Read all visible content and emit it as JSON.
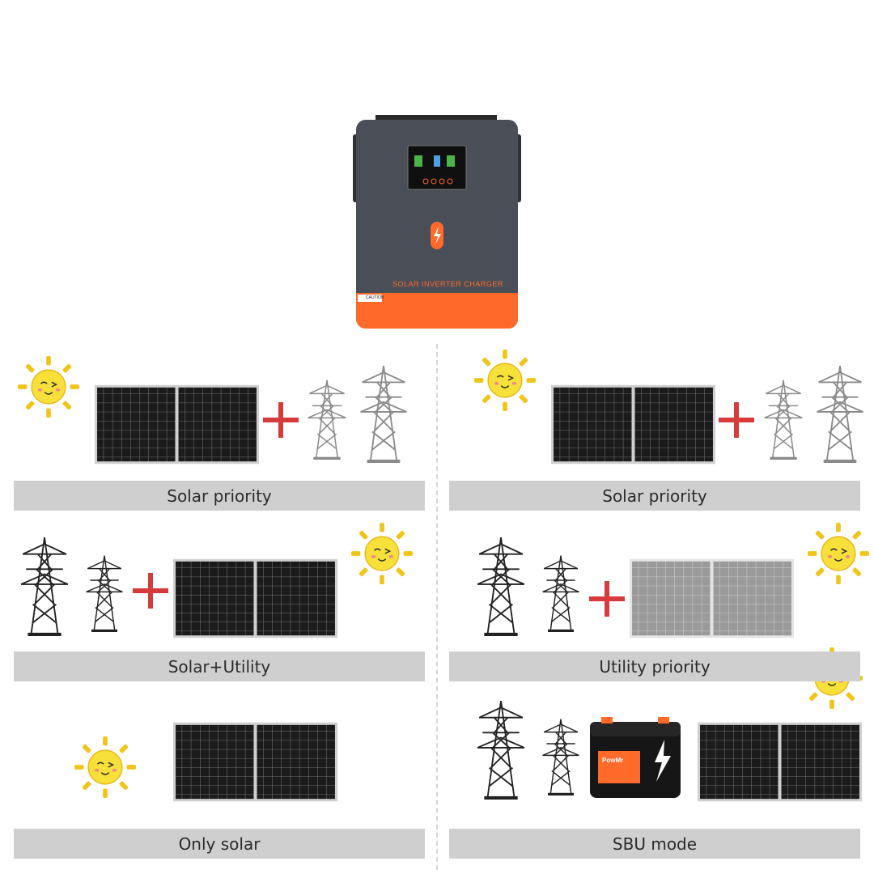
{
  "product": {
    "label": "SOLAR INVERTER CHARGER",
    "caution": "CAUTION",
    "battery_brand": "PowMr",
    "colors": {
      "body": "#4a4e57",
      "accent": "#ff6a2b"
    }
  },
  "modes": {
    "left": [
      "Solar priority",
      "Solar+Utility",
      "Only solar"
    ],
    "right": [
      "Solar priority",
      "Utility priority",
      "SBU mode"
    ]
  },
  "colors": {
    "banner": "#cfcfcf",
    "plus": "#d63a3a",
    "sun": "#f7e03a",
    "sun_rays": "#f0c419"
  }
}
